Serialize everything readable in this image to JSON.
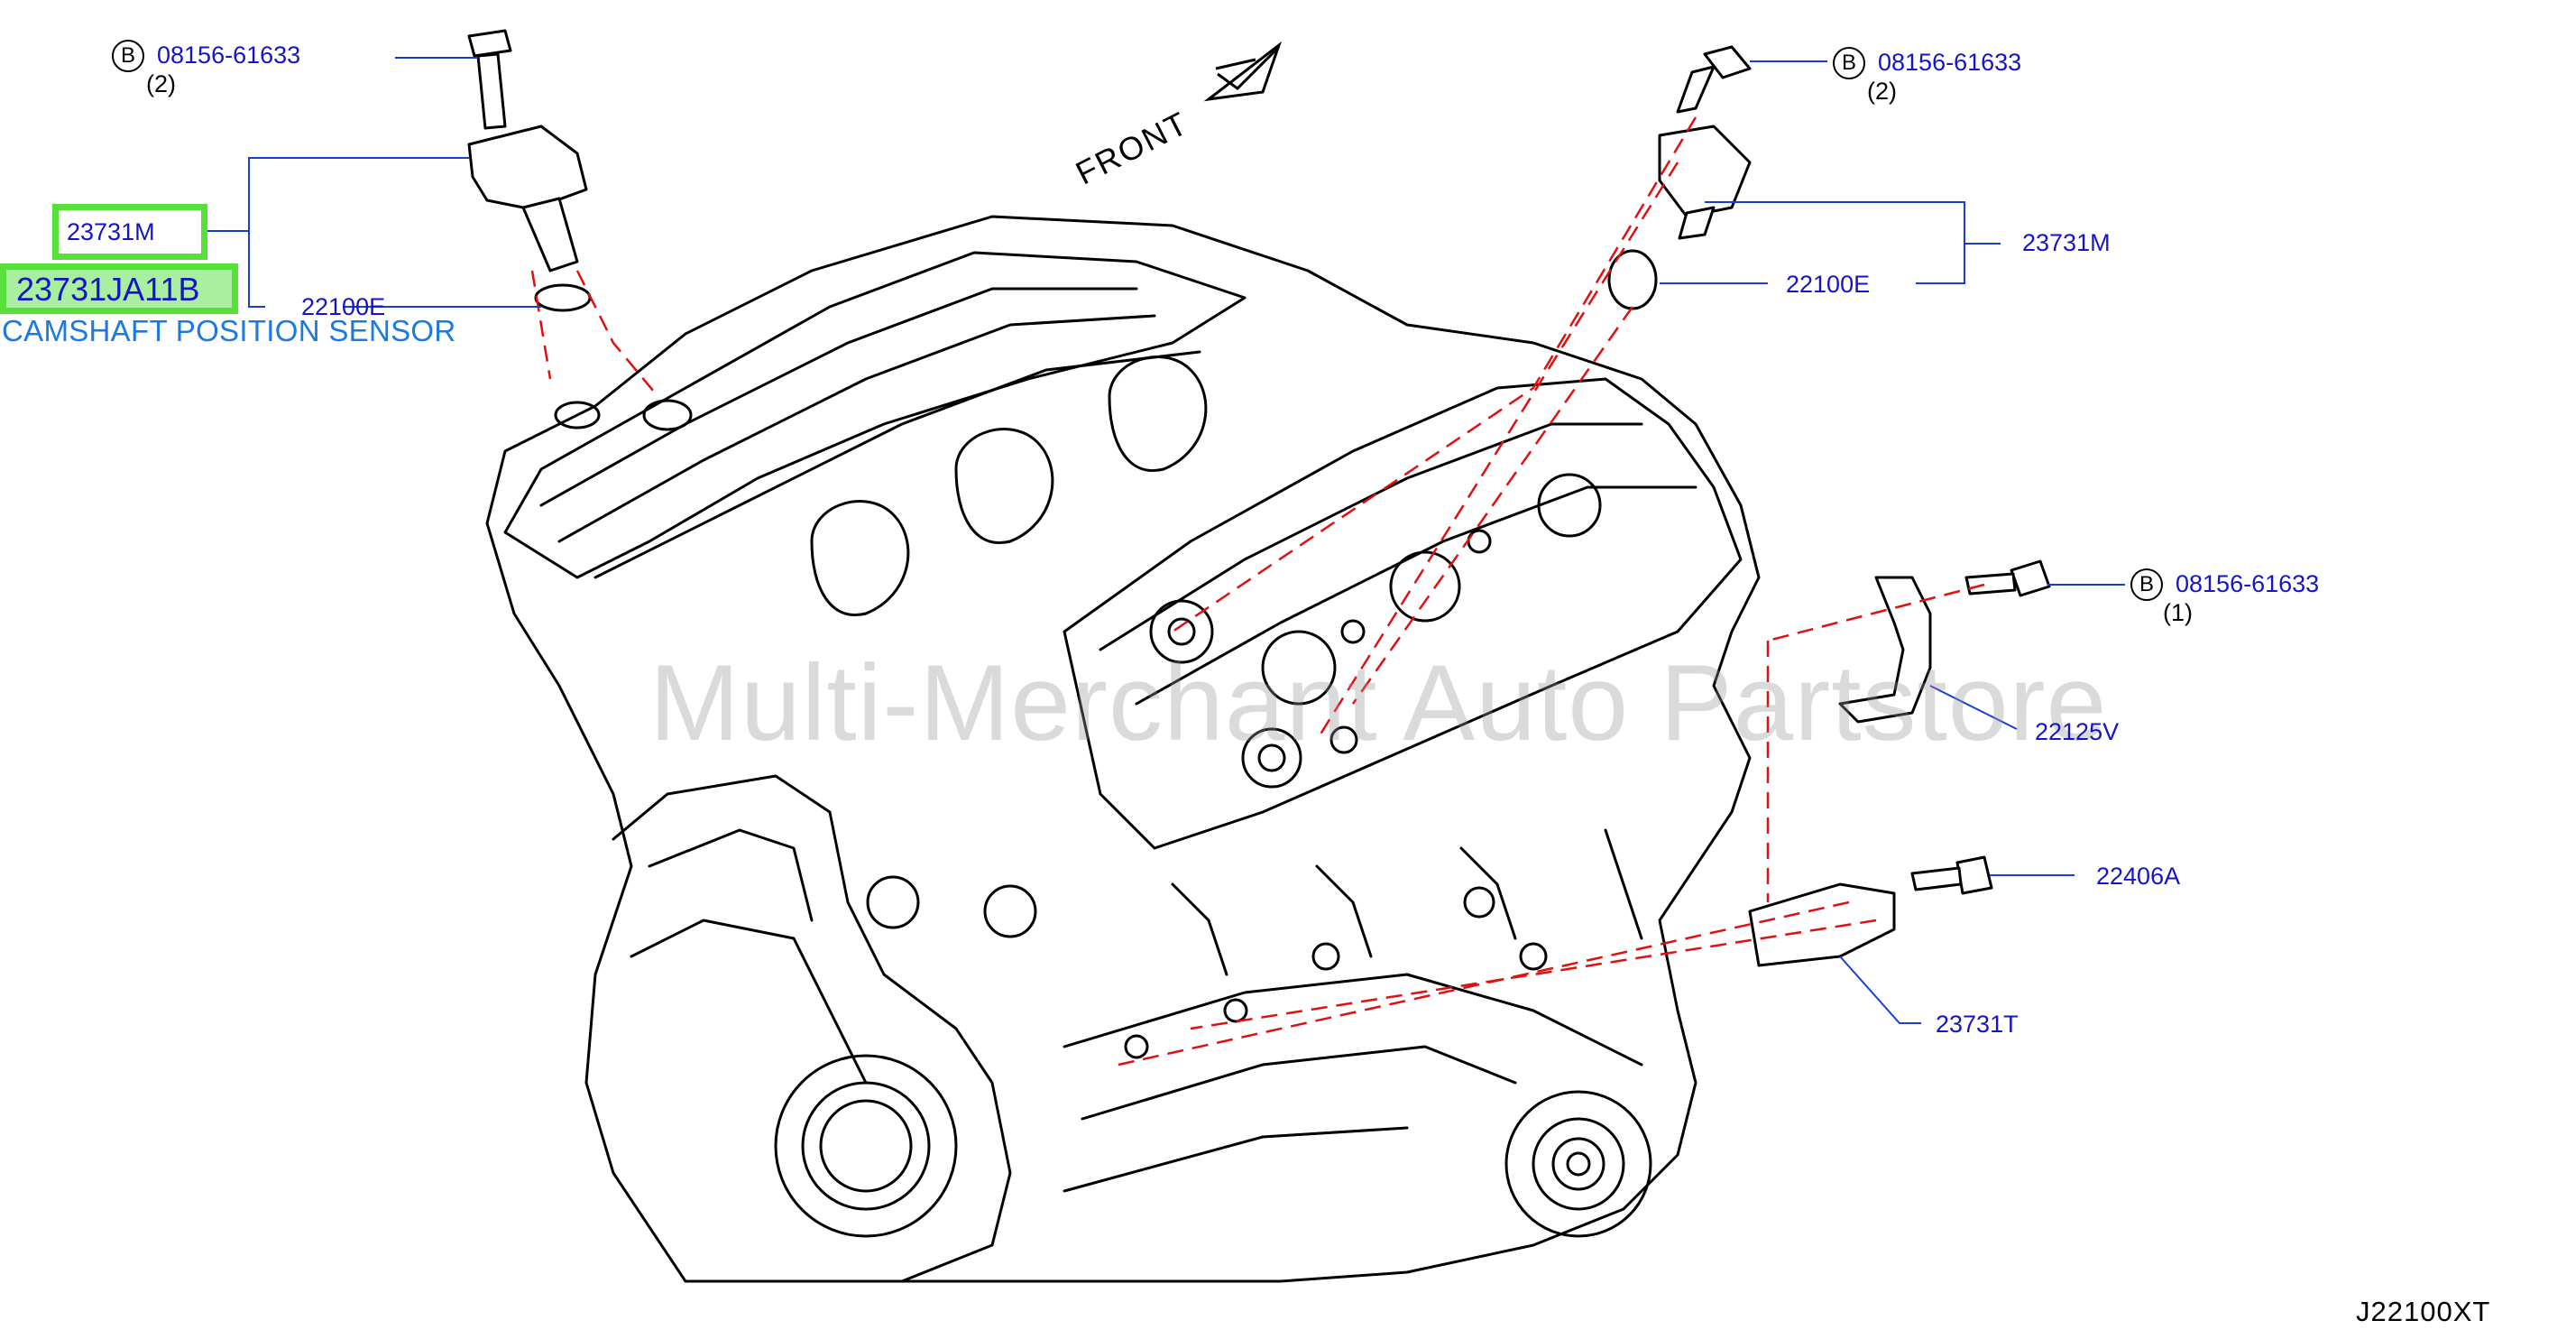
{
  "diagram": {
    "front_label": "FRONT",
    "diagram_code": "J22100XT",
    "watermark": "Multi-Merchant Auto Partstore"
  },
  "highlight": {
    "part_ref": "23731M",
    "part_number": "23731JA11B",
    "description": "CAMSHAFT POSITION SENSOR",
    "highlight_color": "#58e03a",
    "fill_color": "#a8f0a0",
    "description_color": "#1a7ae0"
  },
  "callouts": [
    {
      "id": "bolt-left",
      "marker": "B",
      "label": "08156-61633",
      "qty": "(2)"
    },
    {
      "id": "seal-left",
      "label": "22100E"
    },
    {
      "id": "bolt-right",
      "marker": "B",
      "label": "08156-61633",
      "qty": "(2)"
    },
    {
      "id": "sensor-right",
      "label": "23731M"
    },
    {
      "id": "seal-right",
      "label": "22100E"
    },
    {
      "id": "bolt-bracket",
      "marker": "B",
      "label": "08156-61633",
      "qty": "(1)"
    },
    {
      "id": "bracket",
      "label": "22125V"
    },
    {
      "id": "bolt-lower",
      "label": "22406A"
    },
    {
      "id": "sensor-lower",
      "label": "23731T"
    }
  ],
  "colors": {
    "label_text": "#1414c8",
    "leader_line": "#1a3fd0",
    "dashed_line": "#e01010",
    "line_art": "#000000"
  }
}
